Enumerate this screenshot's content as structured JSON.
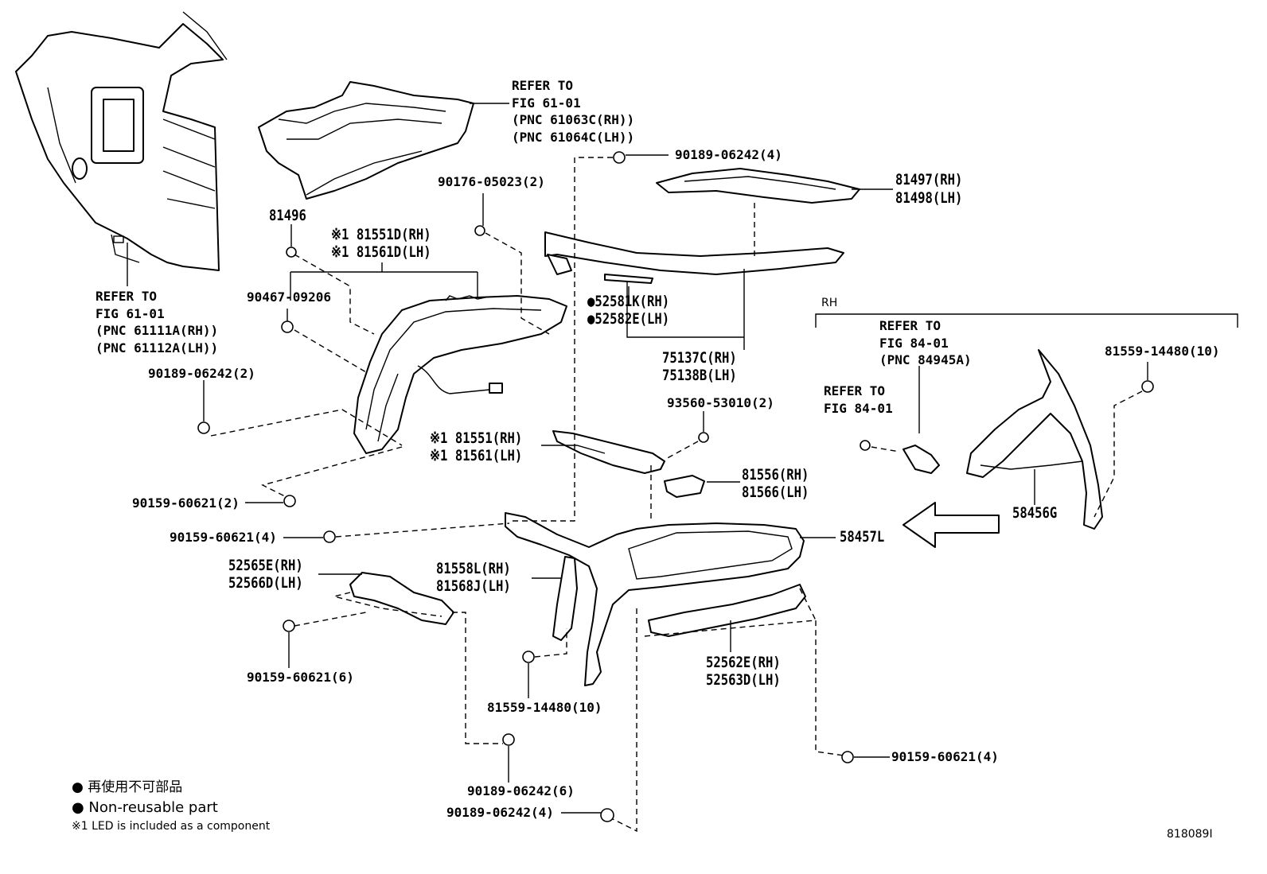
{
  "labels": {
    "refer_top_1": "REFER TO",
    "refer_top_2": "FIG 61-01",
    "refer_top_3": "(PNC 61063C(RH))",
    "refer_top_4": "(PNC 61064C(LH))",
    "p_90189_06242_4_top": "90189-06242(4)",
    "p_81497": "81497(RH)",
    "p_81498": "81498(LH)",
    "p_90176": "90176-05023(2)",
    "p_81496": "81496",
    "p_81551D": "※1 81551D(RH)",
    "p_81561D": "※1 81561D(LH)",
    "p_90467": "90467-09206",
    "refer_left_1": "REFER TO",
    "refer_left_2": "FIG 61-01",
    "refer_left_3": "(PNC 61111A(RH))",
    "refer_left_4": "(PNC 61112A(LH))",
    "p_90189_06242_2": "90189-06242(2)",
    "p_52581K": "●52581K(RH)",
    "p_52582E": "●52582E(LH)",
    "p_75137C": "75137C(RH)",
    "p_75138B": "75138B(LH)",
    "rh": "RH",
    "refer_rh_1": "REFER TO",
    "refer_rh_2": "FIG 84-01",
    "refer_rh_3": "(PNC 84945A)",
    "p_81559_rh": "81559-14480(10)",
    "refer_rh_b1": "REFER TO",
    "refer_rh_b2": "FIG 84-01",
    "p_93560": "93560-53010(2)",
    "p_81551": "※1 81551(RH)",
    "p_81561": "※1 81561(LH)",
    "p_81556": "81556(RH)",
    "p_81566": "81566(LH)",
    "p_58456G": "58456G",
    "p_90159_2": "90159-60621(2)",
    "p_90159_4a": "90159-60621(4)",
    "p_58457L": "58457L",
    "p_52565E": "52565E(RH)",
    "p_52566D": "52566D(LH)",
    "p_81558L": "81558L(RH)",
    "p_81568J": "81568J(LH)",
    "p_90159_6": "90159-60621(6)",
    "p_52562E": "52562E(RH)",
    "p_52563D": "52563D(LH)",
    "p_81559_bot": "81559-14480(10)",
    "p_90159_4b": "90159-60621(4)",
    "p_90189_06242_6": "90189-06242(6)",
    "p_90189_06242_4_bot": "90189-06242(4)"
  },
  "legend": {
    "jp": "● 再使用不可部品",
    "en": "● Non-reusable part",
    "note": "※1 LED is included as a component"
  },
  "diagram_id": "818089I"
}
